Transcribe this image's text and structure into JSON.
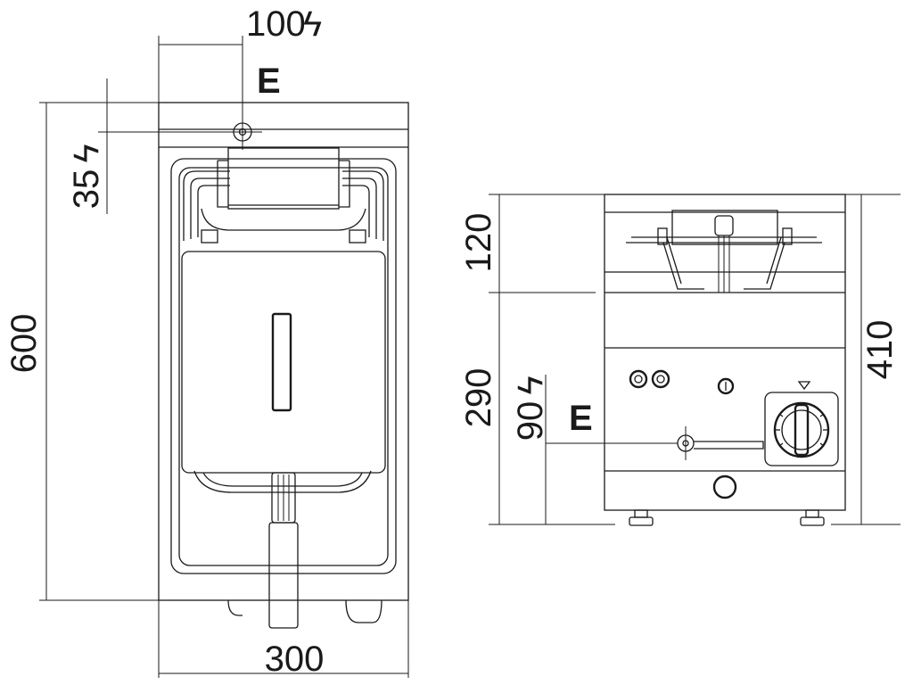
{
  "diagram": {
    "top_view": {
      "dim_width": "300",
      "dim_depth": "600",
      "dim_connection_x": "100",
      "dim_connection_y": "35",
      "connection_label": "E"
    },
    "front_view": {
      "dim_top_section": "120",
      "dim_lower_section": "290",
      "dim_total_height": "410",
      "dim_connection_height": "90",
      "connection_label": "E"
    },
    "electric_symbol": "ϟ"
  }
}
